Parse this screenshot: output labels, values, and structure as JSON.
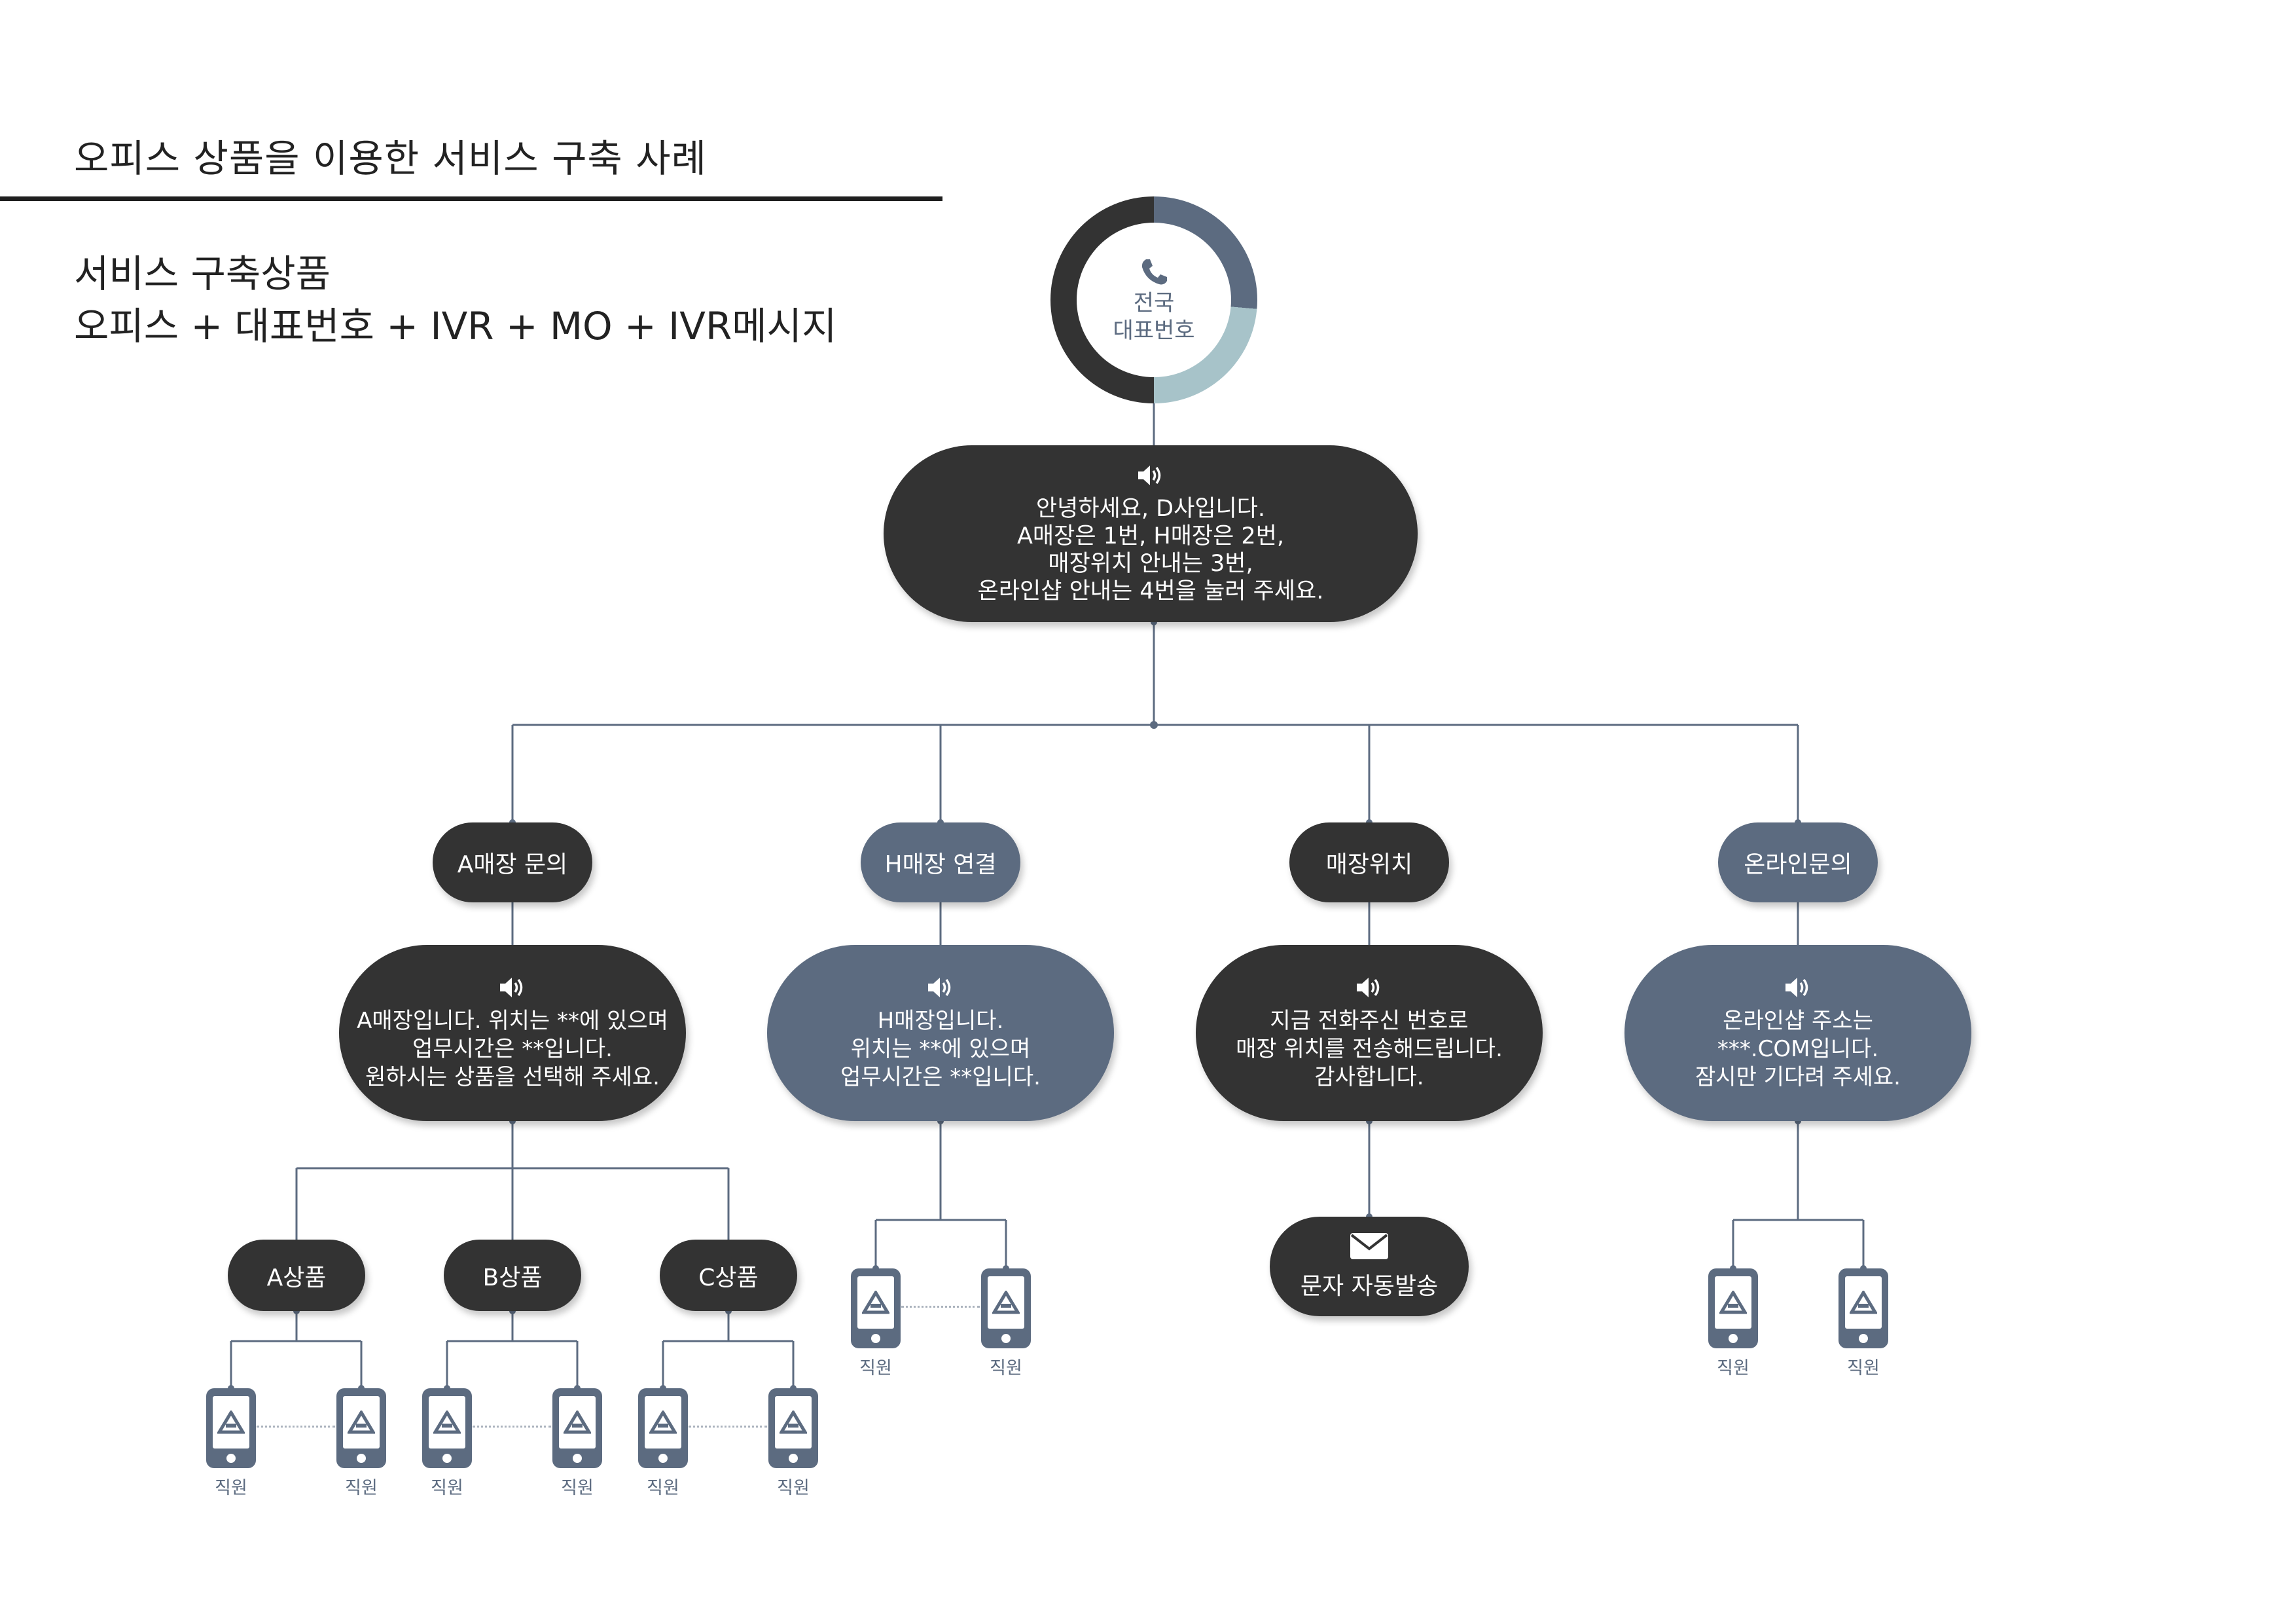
{
  "page": {
    "title": "오피스 상품을 이용한 서비스 구축 사례",
    "subtitle_line1": "서비스 구축상품",
    "subtitle_line2": "오피스 + 대표번호 + IVR + MO + IVR메시지"
  },
  "hub": {
    "line1": "전국",
    "line2": "대표번호",
    "icon": "phone-icon"
  },
  "greeting": {
    "icon": "speaker-icon",
    "lines": [
      "안녕하세요, D사입니다.",
      "A매장은 1번, H매장은 2번,",
      "매장위치 안내는 3번,",
      "온라인샵 안내는 4번을 눌러 주세요."
    ]
  },
  "branches": [
    {
      "label": "A매장 문의",
      "lines": [
        "A매장입니다. 위치는 **에 있으며",
        "업무시간은 **입니다.",
        "원하시는 상품을 선택해 주세요."
      ]
    },
    {
      "label": "H매장 연결",
      "lines": [
        "H매장입니다.",
        "위치는 **에 있으며",
        "업무시간은 **입니다."
      ]
    },
    {
      "label": "매장위치",
      "lines": [
        "지금 전화주신 번호로",
        "매장 위치를 전송해드립니다.",
        "감사합니다."
      ]
    },
    {
      "label": "온라인문의",
      "lines": [
        "온라인샵 주소는",
        "***.COM입니다.",
        "잠시만 기다려 주세요."
      ]
    }
  ],
  "products": [
    "A상품",
    "B상품",
    "C상품"
  ],
  "sms": {
    "label": "문자 자동발송",
    "icon": "envelope-icon"
  },
  "staff_label": "직원",
  "colors": {
    "dark": "#333333",
    "slate": "#5c6b80",
    "teal": "#a7c3c9",
    "connector": "#5c6b80"
  }
}
